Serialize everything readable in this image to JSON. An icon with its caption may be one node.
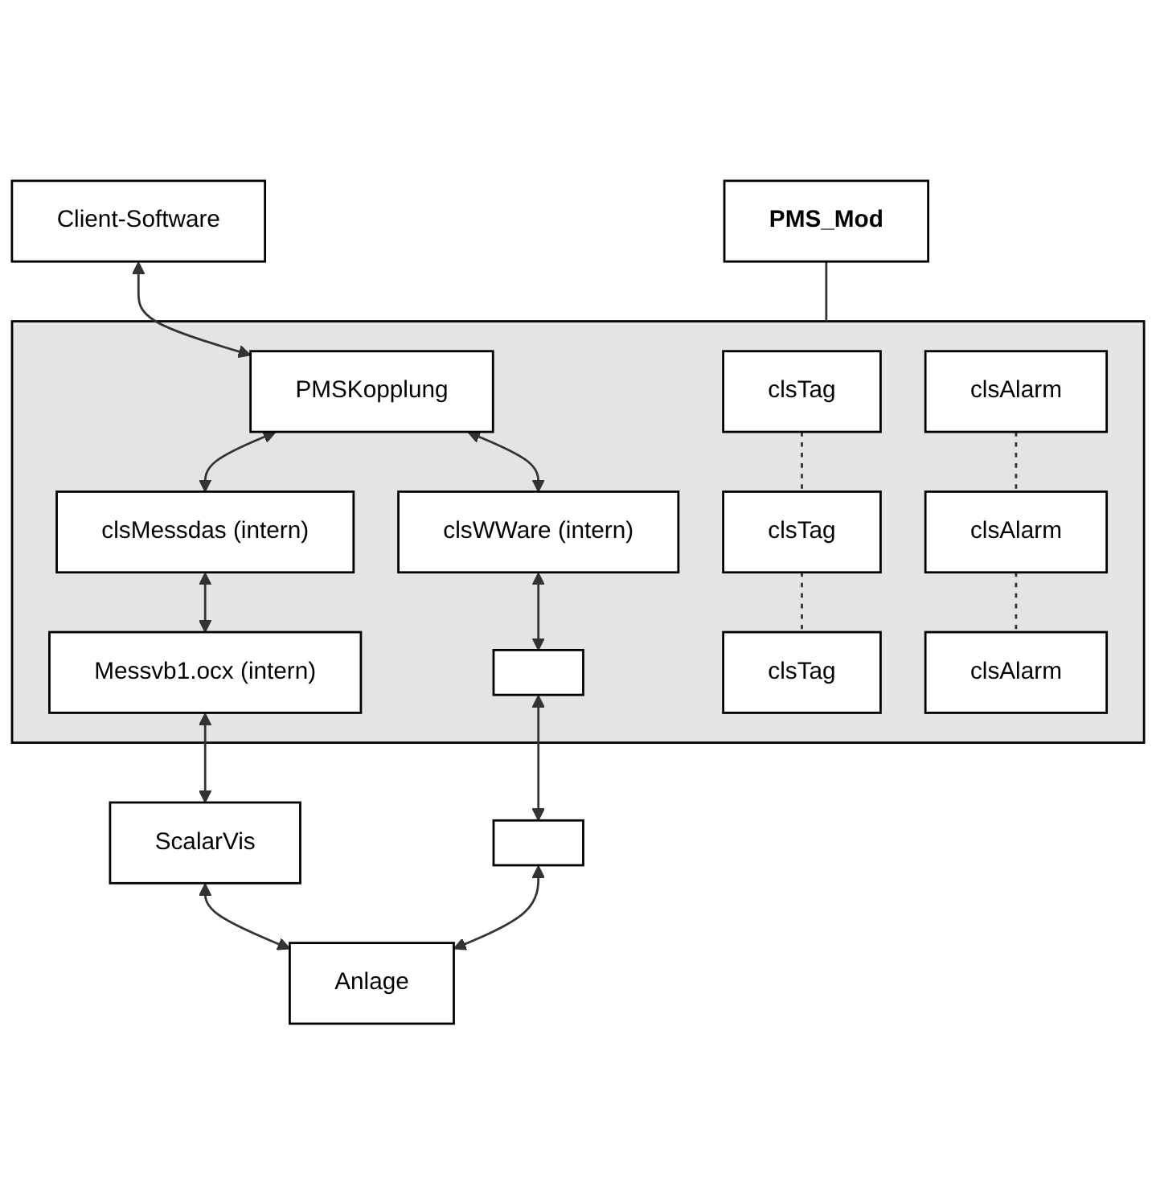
{
  "diagram": {
    "nodes": [
      {
        "text": [
          "Client-Software"
        ]
      },
      {
        "text": [],
        "shape": "box"
      },
      {
        "text": [
          "PMSKopplung"
        ],
        "in": 1
      },
      {
        "text": [
          "clsTag"
        ],
        "in": 1
      },
      {
        "text": [
          "clsAlarm"
        ],
        "in": 1
      },
      {
        "text": [
          "clsTag"
        ],
        "in": 1
      },
      {
        "text": [
          "clsAlarm"
        ],
        "in": 1
      },
      {
        "text": [
          "clsTag"
        ],
        "in": 1
      },
      {
        "text": [
          "clsAlarm"
        ],
        "in": 1
      },
      {
        "text": [
          "clsMessdas (intern)"
        ],
        "in": 1
      },
      {
        "text": [
          "clsWWare (intern)"
        ],
        "in": 1
      },
      {
        "text": [
          "PMS_Mod"
        ]
      },
      {
        "text": [
          "Messvb1.ocx (intern)"
        ],
        "in": 1
      },
      {
        "text": [],
        "shape": "box",
        "in": 1
      },
      {
        "text": [
          "ScalarVis"
        ]
      },
      {
        "text": [],
        "shape": "box"
      },
      {
        "text": [
          "Anlage"
        ]
      }
    ],
    "edges": [
      {
        "from": 0,
        "to": 2,
        "arrow": "both"
      },
      {
        "from": 3,
        "to": 5,
        "arrow": "none",
        "style": "dashed"
      },
      {
        "from": 5,
        "to": 7,
        "arrow": "none",
        "style": "dashed"
      },
      {
        "from": 4,
        "to": 6,
        "arrow": "none",
        "style": "dashed"
      },
      {
        "from": 6,
        "to": 8,
        "arrow": "none",
        "style": "dashed"
      },
      {
        "from": 2,
        "to": 9,
        "arrow": "both"
      },
      {
        "from": 2,
        "to": 10,
        "arrow": "both"
      },
      {
        "from": 11,
        "to": 1,
        "arrow": "none"
      },
      {
        "from": 9,
        "to": 12,
        "arrow": "both"
      },
      {
        "from": 10,
        "to": 13,
        "arrow": "both"
      },
      {
        "from": 12,
        "to": 14,
        "arrow": "both"
      },
      {
        "from": 13,
        "to": 15,
        "arrow": "both"
      },
      {
        "from": 14,
        "to": 16,
        "arrow": "both"
      },
      {
        "from": 15,
        "to": 16,
        "arrow": "both"
      }
    ]
  }
}
